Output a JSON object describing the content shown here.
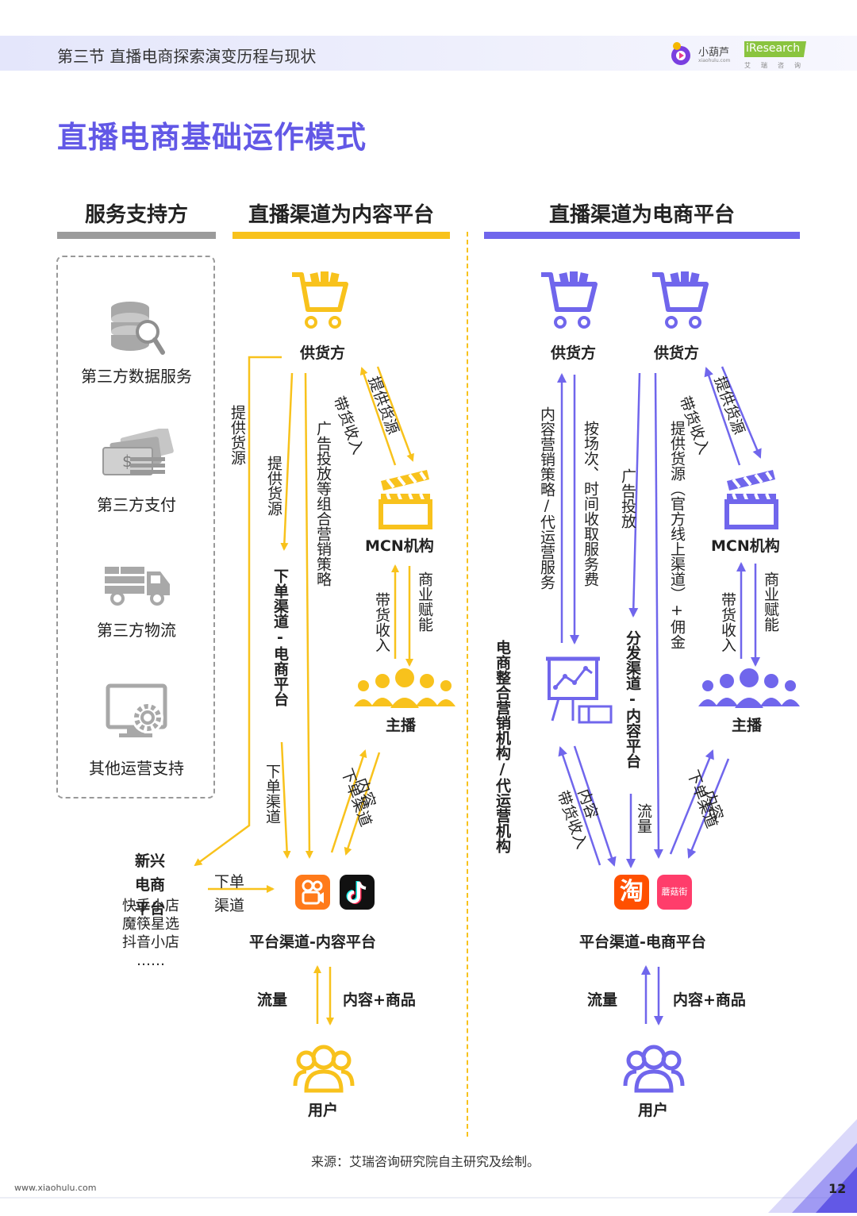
{
  "header": {
    "section_title": "第三节 直播电商探索演变历程与现状",
    "logo_xiaohulu": "小葫芦",
    "logo_xiaohulu_sub": "xiaohulu.com",
    "logo_iresearch": "iResearch",
    "logo_iresearch_sub": "艾瑞咨询"
  },
  "page_title": "直播电商基础运作模式",
  "columns": {
    "service": "服务支持方",
    "content_platform": "直播渠道为内容平台",
    "ecommerce_platform": "直播渠道为电商平台"
  },
  "services": [
    "第三方数据服务",
    "第三方支付",
    "第三方物流",
    "其他运营支持"
  ],
  "content_side": {
    "supplier": "供货方",
    "mcn": "MCN机构",
    "anchor": "主播",
    "platform": "平台渠道-内容平台",
    "user": "用户",
    "emerging_title": "新兴\n电商平台",
    "emerging_list": "快手小店\n魔筷星选\n抖音小店\n……",
    "edge_provide_goods_outer": "提供货源",
    "edge_provide_goods": "提供货源",
    "edge_order_channel_ecom": "下单渠道-电商平台",
    "edge_ad_strategy": "广告投放等组合营销策略",
    "edge_mcn_income": "带货收入",
    "edge_mcn_supply": "提供货源",
    "edge_anchor_income": "带货收入",
    "edge_anchor_empower": "商业赋能",
    "edge_order_channel": "下单渠道",
    "edge_anchor_order_channel": "下单渠道",
    "edge_anchor_content": "内容",
    "edge_emerging_order": "下单渠道",
    "edge_traffic": "流量",
    "edge_content_goods": "内容+商品"
  },
  "ecom_side": {
    "supplier_1": "供货方",
    "supplier_2": "供货方",
    "mcn": "MCN机构",
    "anchor": "主播",
    "agency": "电商整合营销机构/代运营机构",
    "distribution": "分发渠道-内容平台",
    "platform": "平台渠道-电商平台",
    "user": "用户",
    "edge_strategy": "内容营销策略/代运营服务",
    "edge_fee": "按场次、时间收取服务费",
    "edge_ad": "广告投放",
    "edge_official": "提供货源（官方线上渠道）+佣金",
    "edge_mcn_income": "带货收入",
    "edge_mcn_supply": "提供货源",
    "edge_anchor_income": "带货收入",
    "edge_anchor_empower": "商业赋能",
    "edge_agency_income": "带货收入",
    "edge_agency_content": "内容",
    "edge_flow": "流量",
    "edge_anchor_order_channel": "下单渠道",
    "edge_anchor_content": "内容",
    "edge_traffic": "流量",
    "edge_content_goods": "内容+商品"
  },
  "app_icons": {
    "kuaishou": "快",
    "douyin": "♪",
    "taobao": "淘",
    "mogujie": "蘑菇街"
  },
  "colors": {
    "accent_purple": "#6258e6",
    "yellow": "#f8c21c",
    "gray": "#9b9b9b"
  },
  "source": "来源：艾瑞咨询研究院自主研究及绘制。",
  "footer_url": "www.xiaohulu.com",
  "page_number": "12"
}
